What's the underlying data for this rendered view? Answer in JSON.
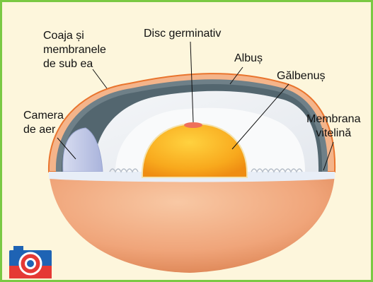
{
  "diagram": {
    "labels": {
      "shell_line1": "Coaja și",
      "shell_line2": "membranele",
      "shell_line3": "de sub ea",
      "germinal_disc": "Disc germinativ",
      "albumen": "Albuș",
      "yolk": "Gălbenuș",
      "air_cell_line1": "Camera",
      "air_cell_line2": "de aer",
      "vitelline_line1": "Membrana",
      "vitelline_line2": "vitelină"
    },
    "icons": {
      "corner": "camera-icon"
    },
    "colors": {
      "frame_border": "#7ac943",
      "background": "#fdf6dc",
      "shell": "#f2a87c",
      "shell_rim": "#e9742d",
      "yolk": "#f6a91a",
      "camera_red": "#e53935",
      "camera_blue": "#1e63b4"
    }
  }
}
